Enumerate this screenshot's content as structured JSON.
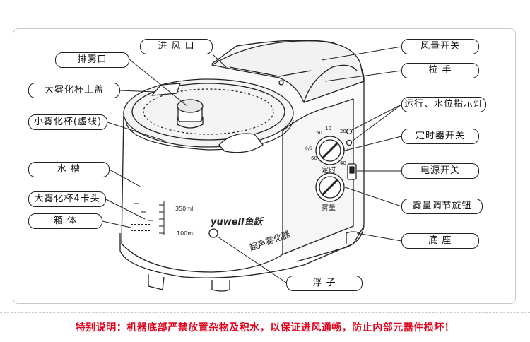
{
  "labels": {
    "paiwukou": "排雾口",
    "jinfengkou": "进 风 口",
    "fengliang_kaiguan": "风量开关",
    "la_shou": "拉   手",
    "da_wuhuabei_shanggai": "大雾化杯上盖",
    "xiao_wuhuabei": "小雾化杯(虚线)",
    "yunxing_zhishideng": "运行、水位指示灯",
    "dingshiqi_kaiguan": "定时器开关",
    "shui_cao": "水   槽",
    "dianyuan_kaiguan": "电源开关",
    "da_wuhuabei_katou": "大雾化杯4卡头",
    "wuliang_xuanniu": "雾量调节旋钮",
    "xiang_ti": "箱   体",
    "di_zuo": "底   座",
    "fu_zi": "浮   子"
  },
  "device_text": {
    "brand": "yuwell鱼跃",
    "product": "超声雾化器",
    "timer": "定时",
    "volume": "雾量",
    "scale_350": "350ml",
    "scale_100": "100ml",
    "timer_marks": [
      "10",
      "20",
      "30",
      "40",
      "50",
      "60",
      "0/S"
    ]
  },
  "notice": "特别说明：机器底部严禁放置杂物及积水，以保证进风通畅，防止内部元器件损坏！",
  "colors": {
    "notice": "#e0001a",
    "line": "#222222"
  }
}
